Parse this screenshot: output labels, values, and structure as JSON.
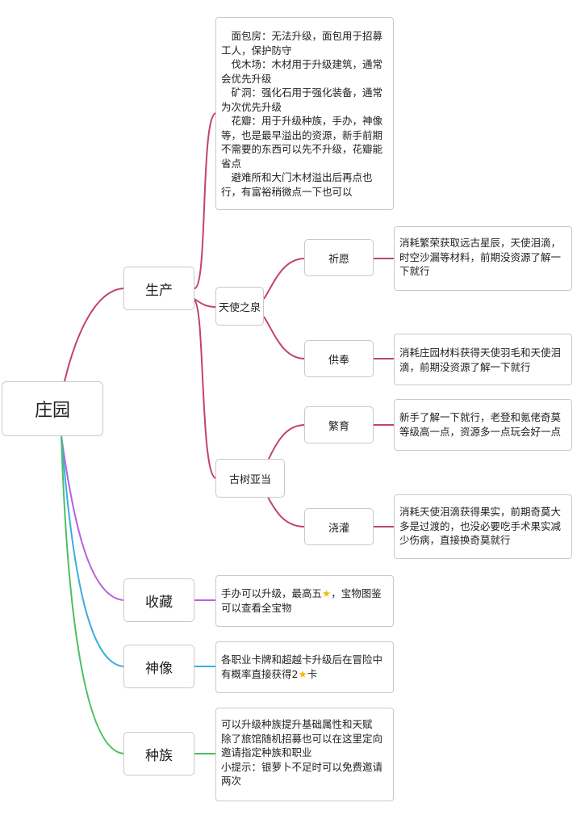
{
  "root": {
    "label": "庄园"
  },
  "branches": {
    "production": {
      "label": "生产",
      "note": "　面包房：无法升级，面包用于招募工人，保护防守\n　伐木场：木材用于升级建筑，通常会优先升级\n　矿洞：强化石用于强化装备，通常为次优先升级\n　花瓣：用于升级种族，手办，神像等，也是最早溢出的资源，新手前期不需要的东西可以先不升级，花瓣能省点\n　避难所和大门木材溢出后再点也行，有富裕稍微点一下也可以",
      "angel_fountain": {
        "label": "天使之泉",
        "pray": {
          "label": "祈愿",
          "note": "消耗繁荣获取远古星辰，天使泪滴，时空沙漏等材料，前期没资源了解一下就行"
        },
        "offer": {
          "label": "供奉",
          "note": "消耗庄园材料获得天使羽毛和天使泪滴，前期没资源了解一下就行"
        }
      },
      "ancient_tree": {
        "label": "古树亚当",
        "breed": {
          "label": "繁育",
          "note": "新手了解一下就行，老登和氪佬奇莫等级高一点，资源多一点玩会好一点"
        },
        "water": {
          "label": "浇灌",
          "note": "消耗天使泪滴获得果实，前期奇莫大多是过渡的，也没必要吃手术果实减少伤病，直接换奇莫就行"
        }
      }
    },
    "collection": {
      "label": "收藏",
      "note_a": "手办可以升级，最高五",
      "note_b": "，宝物图鉴可以查看全宝物"
    },
    "statue": {
      "label": "神像",
      "note_a": "各职业卡牌和超越卡升级后在冒险中有概率直接获得2",
      "note_b": "卡"
    },
    "race": {
      "label": "种族",
      "note": "可以升级种族提升基础属性和天赋\n除了旅馆随机招募也可以在这里定向邀请指定种族和职业\n小提示：银萝卜不足时可以免费邀请两次"
    }
  },
  "colors": {
    "production": "#c2426e",
    "collection": "#b660e0",
    "statue": "#3aaee0",
    "race": "#4cbf63"
  }
}
